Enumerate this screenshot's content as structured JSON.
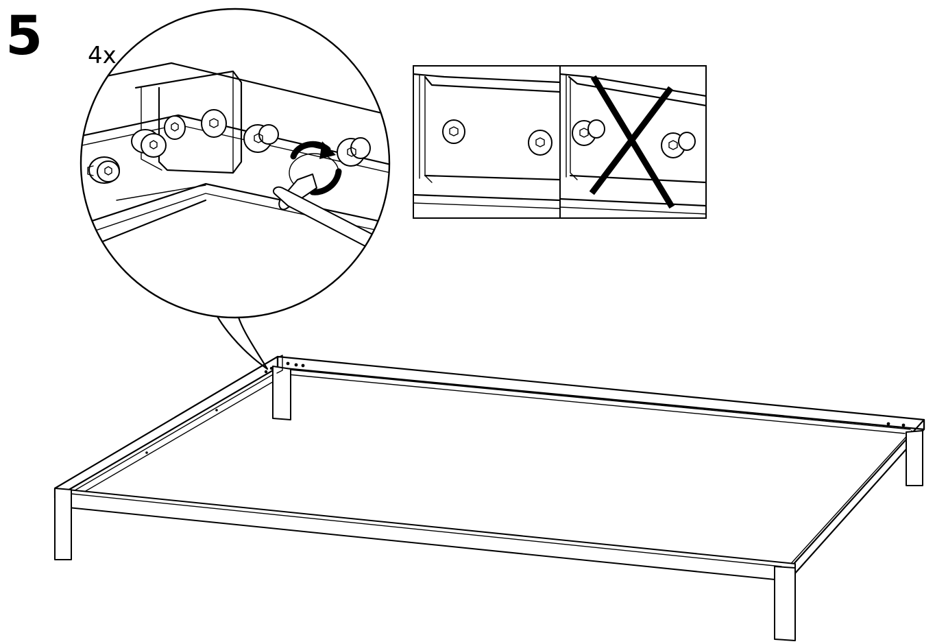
{
  "step": {
    "number": "5"
  },
  "detail": {
    "quantity": "4x"
  },
  "icons": {
    "detail_magnifier": "magnifier-circle",
    "hex_key": "allen-key-icon",
    "rotation": "clockwise-arrow-icon",
    "wrong": "cross-mark-icon"
  }
}
